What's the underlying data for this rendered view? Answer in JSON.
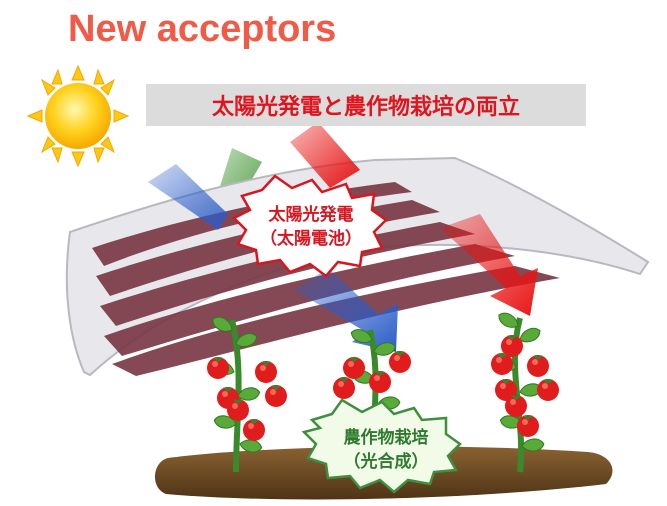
{
  "title": "New acceptors",
  "banner": "太陽光発電と農作物栽培の両立",
  "callouts": {
    "solar_power_line1": "太陽光発電",
    "solar_power_line2": "（太陽電池）",
    "crop_line1": "農作物栽培",
    "crop_line2": "（光合成）"
  },
  "colors": {
    "title": "#f05a46",
    "banner_text": "#e1141e",
    "banner_bg": "#dcdcdc",
    "sun": "#ffc814",
    "blue_light": "#2a5cc8",
    "green_light": "#4a9a3a",
    "red_light": "#e81414",
    "solar_cell": "#7a3a46",
    "tomato": "#e01c1c",
    "soil": "#6b4a22"
  },
  "icons": [
    "sun-icon",
    "light-arrow-blue",
    "light-arrow-green",
    "light-arrow-red",
    "tomato-plant"
  ]
}
